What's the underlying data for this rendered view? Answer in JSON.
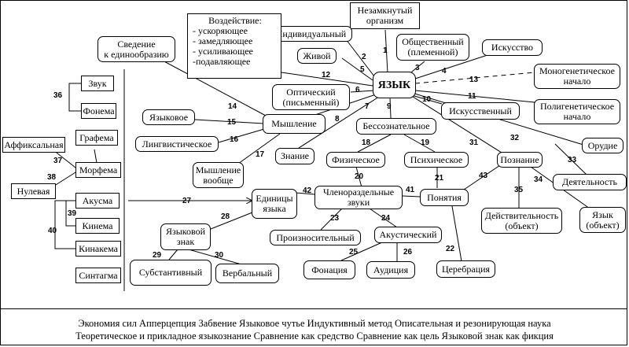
{
  "nodes": {
    "yazyk": "ЯЗЫК",
    "nezamknutyi": [
      "Незамкнутый",
      "организм"
    ],
    "individualnyi": "Индивидуальный",
    "obshchestvennyi": [
      "Общественный",
      "(племенной)"
    ],
    "zhivoi": "Живой",
    "iskusstvo": "Искусство",
    "vozdeistvie": [
      "Воздействие:",
      "- ускоряющее",
      "- замедляющее",
      "- усиливающее",
      "-подавляющее"
    ],
    "svedenie": [
      "Сведение",
      "к единообразию"
    ],
    "monogeneticheskoe": [
      "Моногенетическое",
      "начало"
    ],
    "poligeneticheskoe": [
      "Полигенетическое",
      "начало"
    ],
    "opticheskii": [
      "Оптический",
      "(письменный)"
    ],
    "iskusstvennyi": "Искусственный",
    "bessoznatelnoe": "Бессознательное",
    "myshlenie": "Мышление",
    "yazykovoe": "Языковое",
    "lingvisticheskoe": "Лингвистическое",
    "zvuk": "Звук",
    "fonema": "Фонема",
    "grafema": "Графема",
    "affiksalnaya": "Аффиксальная",
    "morfema": "Морфема",
    "nulevaya": "Нулевая",
    "akusma": "Акусма",
    "kinema": "Кинема",
    "kinakema": "Кинакема",
    "sintagma": "Синтагма",
    "znanie": "Знание",
    "fizicheskoe": "Физическое",
    "psikhicheskoe": "Психическое",
    "poznanie": "Познание",
    "orudie": "Орудие",
    "deyatelnost": "Деятельность",
    "myshlenie_voobshche": [
      "Мышление",
      "вообще"
    ],
    "edinitsy": [
      "Единицы",
      "языка"
    ],
    "chlenorazdelnye": [
      "Членораздельные",
      "звуки"
    ],
    "ponyatiya": "Понятия",
    "deistvitelnost": [
      "Действительность",
      "(объект)"
    ],
    "yazyk_obekt": [
      "Язык",
      "(объект)"
    ],
    "yazykovoi_znak": [
      "Языковой",
      "знак"
    ],
    "proiznositelnyi": "Произносительный",
    "akusticheskii": "Акустический",
    "substantivnyi": "Субстантивный",
    "verbalnyi": "Вербальный",
    "fonatsiya": "Фонация",
    "auditsiya": "Аудиция",
    "tserebratsiya": "Церебрация"
  },
  "edge_labels": [
    "1",
    "2",
    "3",
    "4",
    "5",
    "6",
    "7",
    "8",
    "9",
    "10",
    "11",
    "12",
    "13",
    "14",
    "15",
    "16",
    "17",
    "18",
    "19",
    "20",
    "21",
    "22",
    "23",
    "24",
    "25",
    "26",
    "27",
    "28",
    "29",
    "30",
    "31",
    "32",
    "33",
    "34",
    "35",
    "36",
    "37",
    "38",
    "39",
    "40",
    "41",
    "42",
    "43"
  ],
  "footer": {
    "line1": "Экономия сил  Апперцепция  Забвение  Языковое чутье  Индуктивный метод  Описательная и резонирующая наука",
    "line2": "Теоретическое и прикладное языкознание  Сравнение как средство  Сравнение как цель  Языковой знак как фикция"
  }
}
